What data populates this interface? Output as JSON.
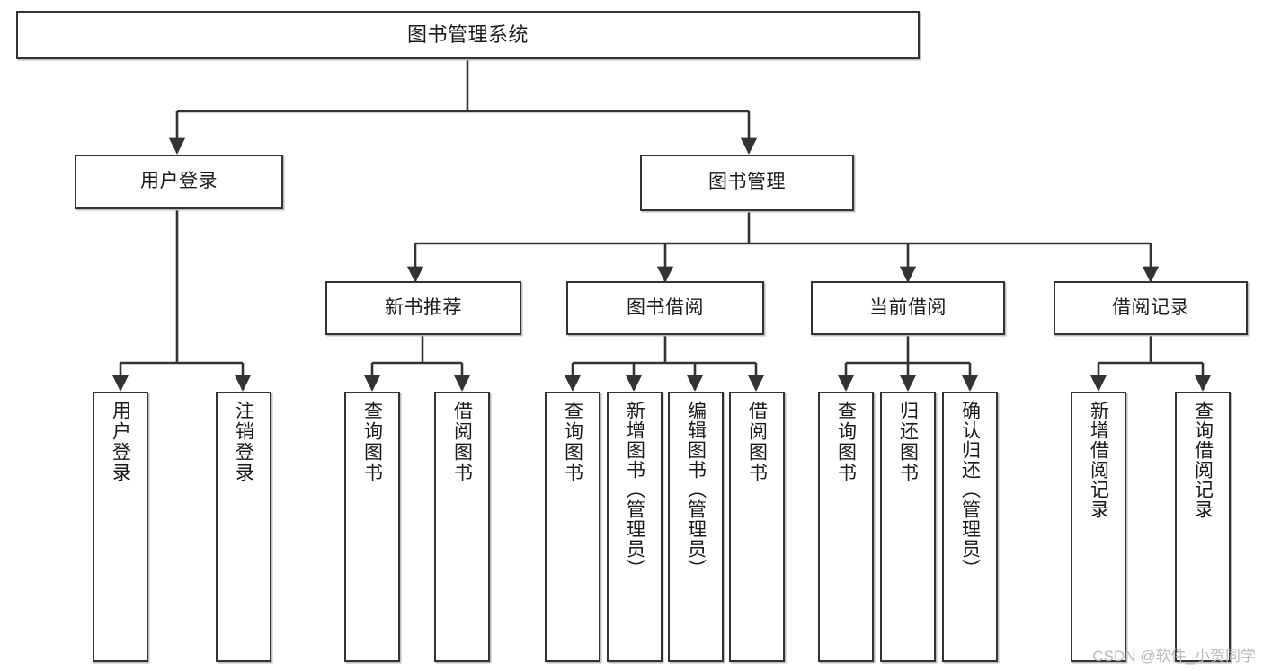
{
  "diagram": {
    "type": "tree",
    "title": "图书管理系统",
    "root": {
      "label": "图书管理系统"
    },
    "level2": [
      {
        "label": "用户登录"
      },
      {
        "label": "图书管理"
      }
    ],
    "level3": [
      {
        "label": "新书推荐"
      },
      {
        "label": "图书借阅"
      },
      {
        "label": "当前借阅"
      },
      {
        "label": "借阅记录"
      }
    ],
    "leaves": {
      "user_login": [
        {
          "label": "用户登录"
        },
        {
          "label": "注销登录"
        }
      ],
      "new_book": [
        {
          "label": "查询图书"
        },
        {
          "label": "借阅图书"
        }
      ],
      "book_borrow": [
        {
          "label": "查询图书"
        },
        {
          "label": "新增图书（管理员）"
        },
        {
          "label": "编辑图书（管理员）"
        },
        {
          "label": "借阅图书"
        }
      ],
      "current_borrow": [
        {
          "label": "查询图书"
        },
        {
          "label": "归还图书"
        },
        {
          "label": "确认归还（管理员）"
        }
      ],
      "borrow_record": [
        {
          "label": "新增借阅记录"
        },
        {
          "label": "查询借阅记录"
        }
      ]
    }
  },
  "watermark": {
    "text": "CSDN @软件_小贺同学"
  },
  "colors": {
    "stroke": "#333333",
    "fill": "#ffffff",
    "text": "#1a1a1a",
    "shadow": "#bdbdbd",
    "watermark": "#b9b9b9"
  }
}
